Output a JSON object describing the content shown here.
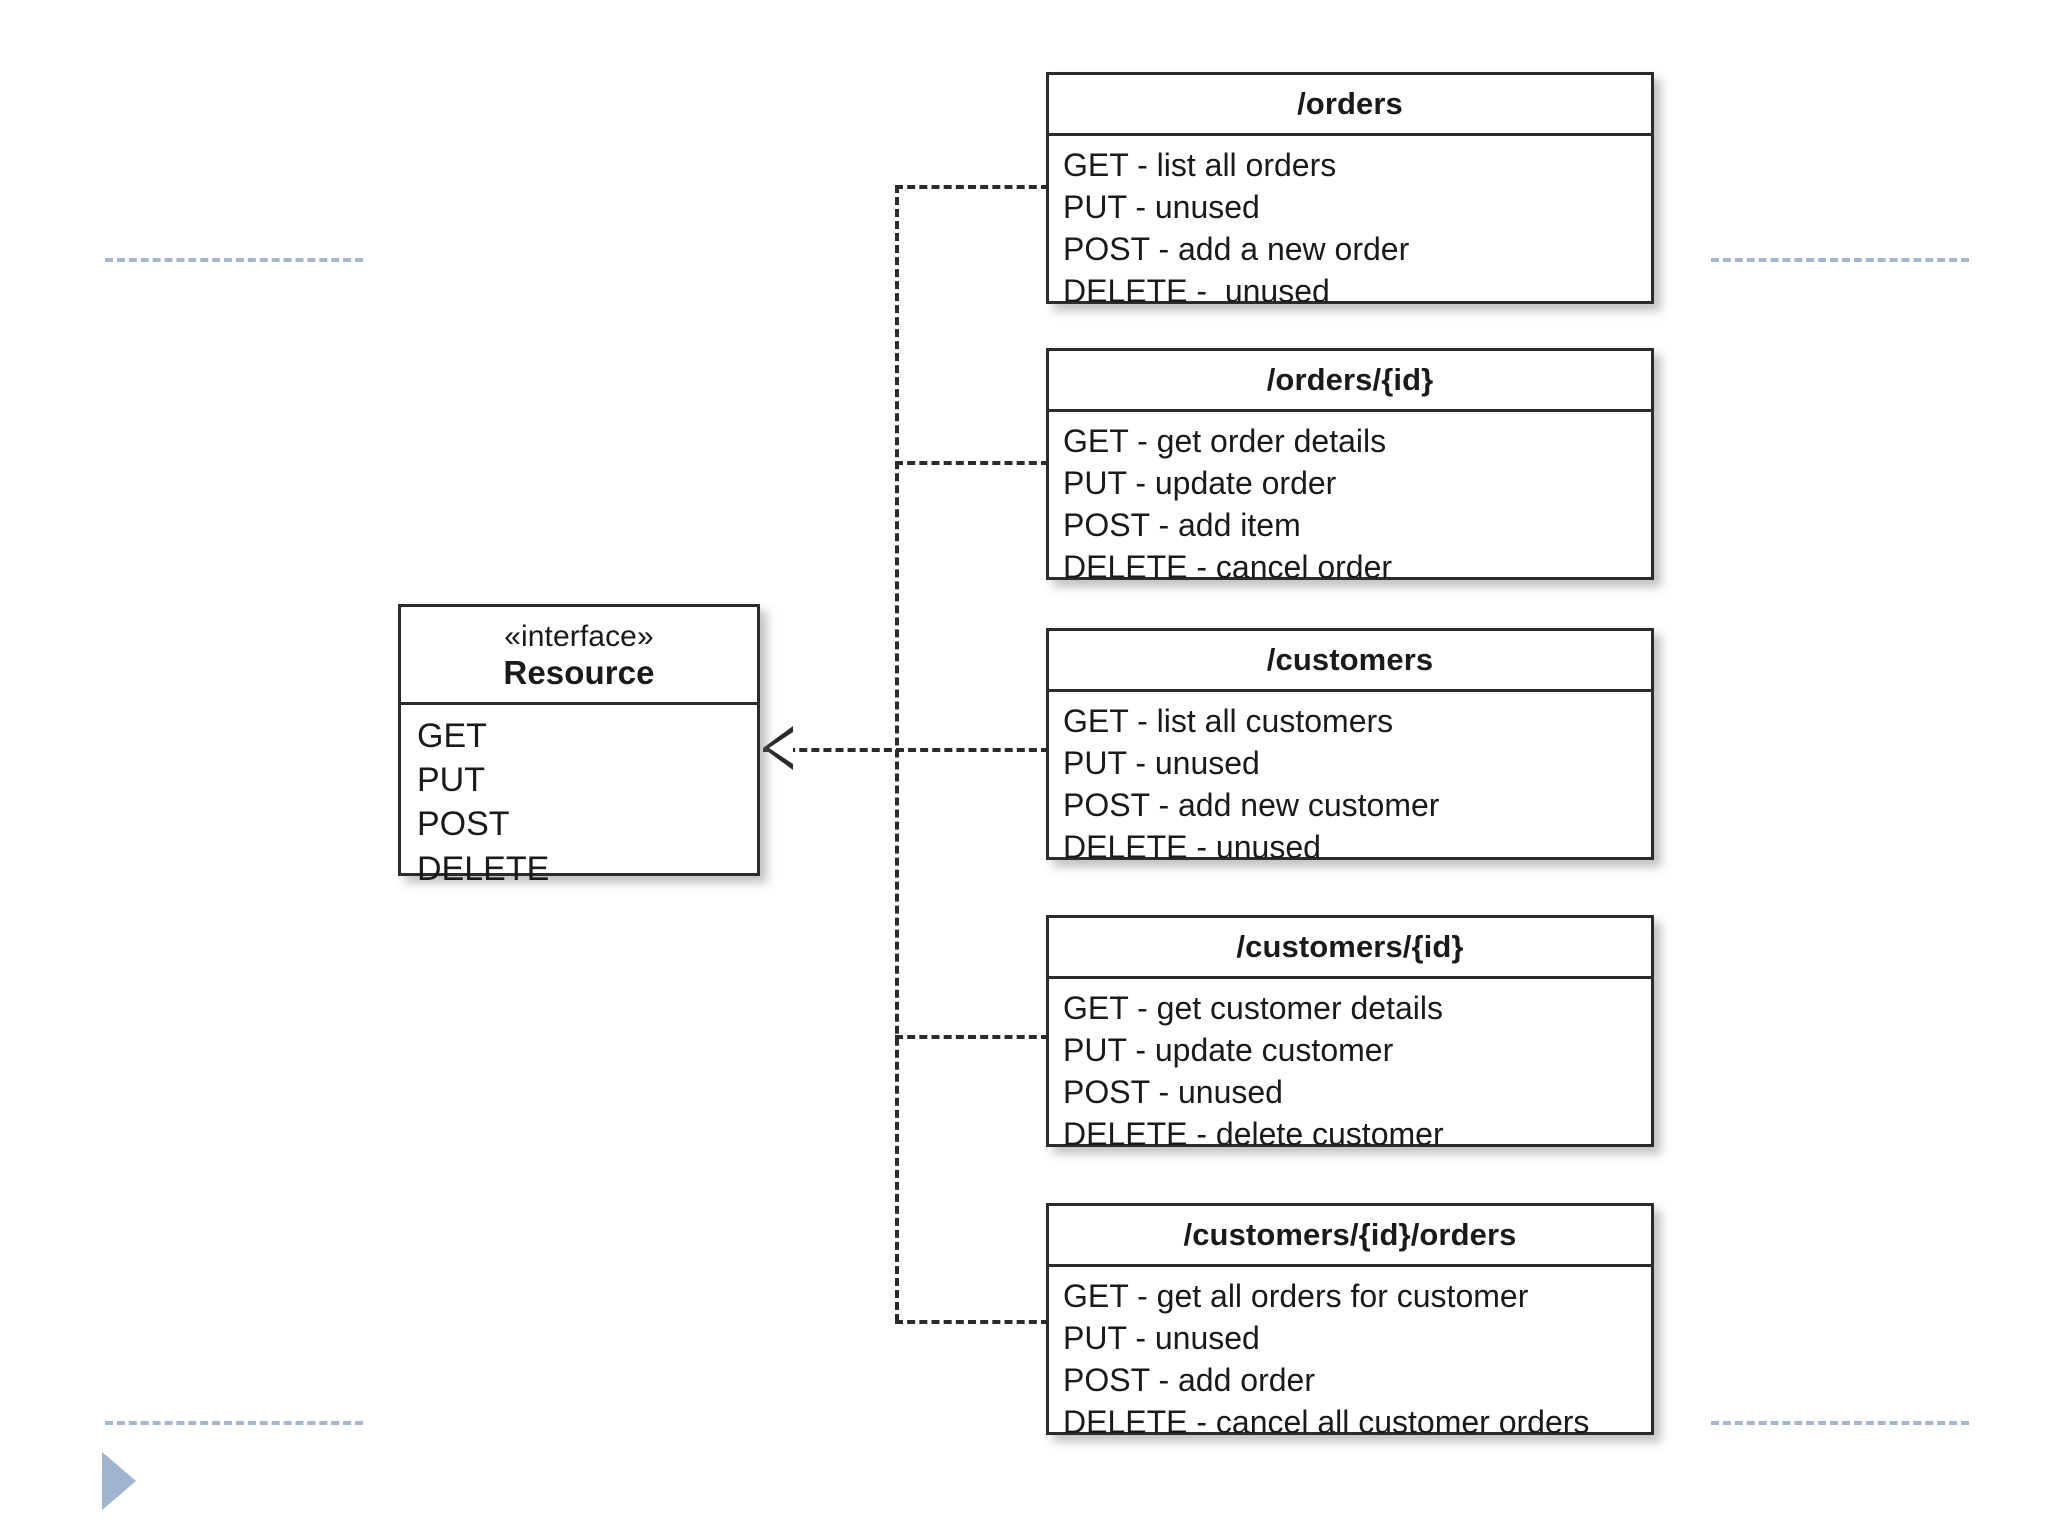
{
  "diagram": {
    "title": "REST Resource Interface Realization",
    "type": "uml-class-diagram",
    "background_color": "#ffffff",
    "line_color": "#2b2b2b",
    "guide_color": "#9fb4d0",
    "accent_color": "#9fb4cf"
  },
  "interface_box": {
    "stereotype": "«interface»",
    "name": "Resource",
    "operations": [
      "GET",
      "PUT",
      "POST",
      "DELETE"
    ]
  },
  "endpoints": [
    {
      "path": "/orders",
      "methods": [
        "GET - list all orders",
        "PUT - unused",
        "POST - add a new order",
        "DELETE -  unused"
      ]
    },
    {
      "path": "/orders/{id}",
      "methods": [
        "GET - get order details",
        "PUT - update order",
        "POST - add item",
        "DELETE - cancel order"
      ]
    },
    {
      "path": "/customers",
      "methods": [
        "GET - list all customers",
        "PUT - unused",
        "POST - add new customer",
        "DELETE - unused"
      ]
    },
    {
      "path": "/customers/{id}",
      "methods": [
        "GET - get customer details",
        "PUT - update customer",
        "POST - unused",
        "DELETE - delete customer"
      ]
    },
    {
      "path": "/customers/{id}/orders",
      "methods": [
        "GET - get all orders for customer",
        "PUT - unused",
        "POST - add order",
        "DELETE - cancel all customer orders"
      ]
    }
  ],
  "connector": {
    "style": "dashed",
    "arrow": "hollow-triangle",
    "relationship": "realization"
  }
}
